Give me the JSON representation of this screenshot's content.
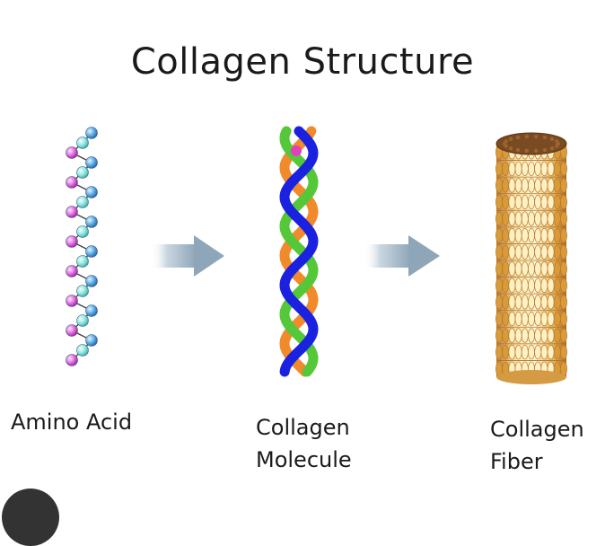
{
  "title": "Collagen Structure",
  "stages": [
    {
      "id": "amino",
      "lines": [
        "Amino  Acid"
      ]
    },
    {
      "id": "molecule",
      "lines": [
        "Collagen",
        "Molecule"
      ]
    },
    {
      "id": "fiber",
      "lines": [
        "Collagen",
        "Fiber"
      ]
    }
  ],
  "colors": {
    "amino_blue": "#5aa9e6",
    "amino_cyan": "#8ee6e0",
    "amino_pink": "#e06be0",
    "strand_blue": "#1a22e0",
    "strand_orange": "#f08a2a",
    "strand_green": "#55c83a",
    "strand_pink": "#e040c0",
    "arrow": "#8fa6b8",
    "fiber_light": "#fde9b0",
    "fiber_dark": "#c79a3a",
    "fiber_top": "#7a4a22"
  },
  "icons": {
    "amino_chain": "amino-acid-chain-icon",
    "molecule": "triple-helix-icon",
    "fiber": "collagen-fiber-icon",
    "arrow": "right-arrow-icon"
  }
}
